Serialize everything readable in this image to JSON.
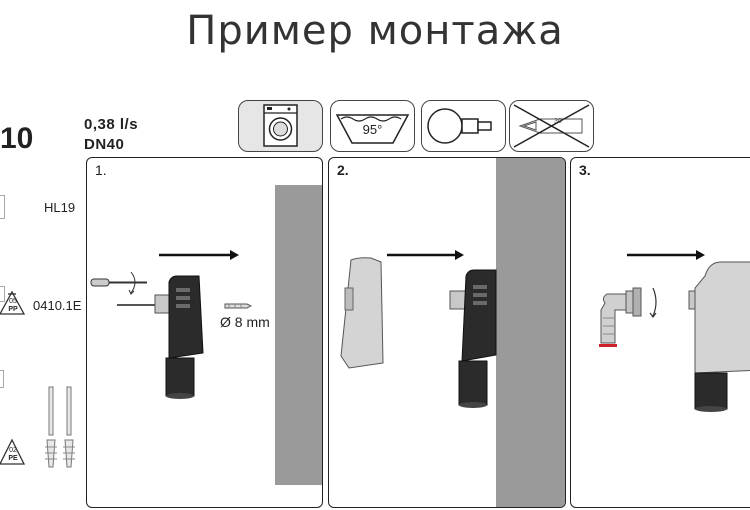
{
  "page": {
    "title": "Пример монтажа"
  },
  "product": {
    "model": "10",
    "flow": "0,38 l/s",
    "dn": "DN40"
  },
  "parts": {
    "hl19": "HL19",
    "code": "0410.1E",
    "pp_code": "05",
    "pp_label": "PP",
    "pe_code": "02",
    "pe_label": "PE"
  },
  "icons": {
    "temp_label": "95°",
    "no_mark": "30°"
  },
  "steps": [
    {
      "label": "1.",
      "drill_label": "Ø 8 mm"
    },
    {
      "label": "2."
    },
    {
      "label": "3."
    }
  ],
  "colors": {
    "wall": "#9a9a9a",
    "housing": "#2b2b2b",
    "accent_red": "#d0202a"
  }
}
